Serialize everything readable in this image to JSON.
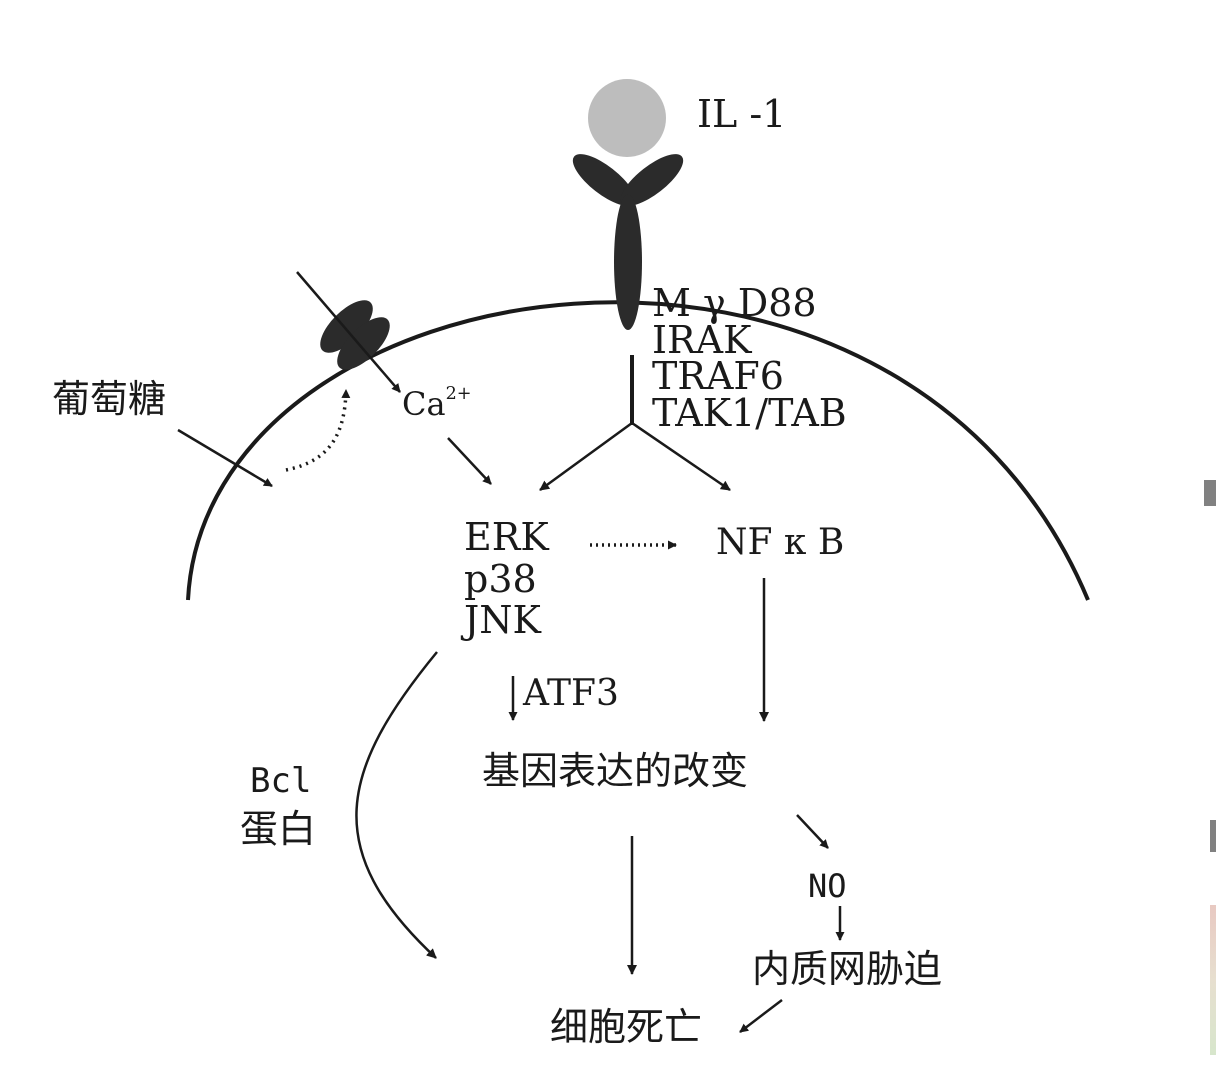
{
  "ligand": {
    "label": "IL -1"
  },
  "membrane_channel": {
    "ion_label_base": "Ca",
    "ion_label_charge": "2+"
  },
  "stimulus": {
    "label": "葡萄糖"
  },
  "adaptors": [
    "M γ D88",
    "IRAK",
    "TRAF6",
    "TAK1/TAB"
  ],
  "kinases": [
    "ERK",
    "p38",
    "JNK"
  ],
  "nfkb": {
    "label": "NF κ B"
  },
  "atf3": {
    "label": "ATF3"
  },
  "gene_expression": {
    "label": "基因表达的改变"
  },
  "bcl": {
    "line1": "Bcl",
    "line2": "蛋白"
  },
  "no": {
    "label": "NO"
  },
  "er_stress": {
    "label": "内质网胁迫"
  },
  "cell_death": {
    "label": "细胞死亡"
  },
  "colors": {
    "ink": "#1a1a1a",
    "ligand_fill": "#bdbdbd",
    "receptor_fill": "#2b2b2b",
    "background": "#ffffff"
  }
}
